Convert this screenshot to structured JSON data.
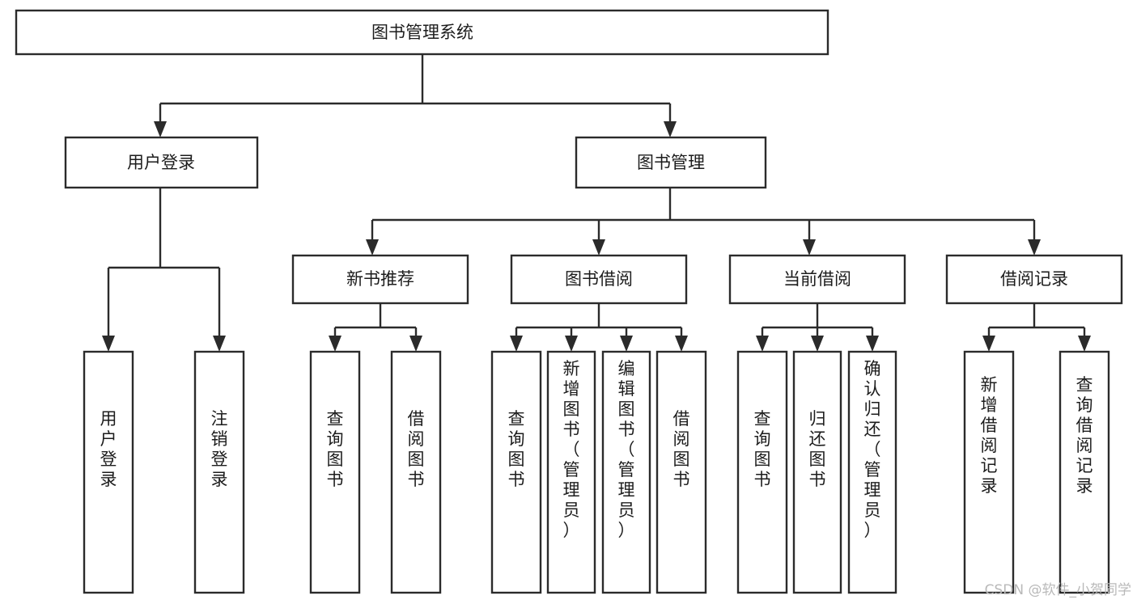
{
  "diagram": {
    "type": "tree-hierarchy-functional-decomposition",
    "root": {
      "id": "root",
      "label": "图书管理系统"
    },
    "level2": [
      {
        "id": "user-login",
        "label": "用户登录"
      },
      {
        "id": "book-manage",
        "label": "图书管理"
      }
    ],
    "level3": [
      {
        "id": "new-book-rec",
        "label": "新书推荐",
        "parent": "book-manage"
      },
      {
        "id": "book-borrow",
        "label": "图书借阅",
        "parent": "book-manage"
      },
      {
        "id": "current-borrow",
        "label": "当前借阅",
        "parent": "book-manage"
      },
      {
        "id": "borrow-record",
        "label": "借阅记录",
        "parent": "book-manage"
      }
    ],
    "leaves": {
      "user-login": [
        {
          "id": "leaf-user-login",
          "label": "用户登录"
        },
        {
          "id": "leaf-logout",
          "label": "注销登录"
        }
      ],
      "new-book-rec": [
        {
          "id": "leaf-query-book-1",
          "label": "查询图书"
        },
        {
          "id": "leaf-borrow-book-1",
          "label": "借阅图书"
        }
      ],
      "book-borrow": [
        {
          "id": "leaf-query-book-2",
          "label": "查询图书"
        },
        {
          "id": "leaf-add-book",
          "label": "新增图书（管理员）"
        },
        {
          "id": "leaf-edit-book",
          "label": "编辑图书（管理员）"
        },
        {
          "id": "leaf-borrow-book-2",
          "label": "借阅图书"
        }
      ],
      "current-borrow": [
        {
          "id": "leaf-query-book-3",
          "label": "查询图书"
        },
        {
          "id": "leaf-return-book",
          "label": "归还图书"
        },
        {
          "id": "leaf-confirm-return",
          "label": "确认归还（管理员）"
        }
      ],
      "borrow-record": [
        {
          "id": "leaf-add-record",
          "label": "新增借阅记录"
        },
        {
          "id": "leaf-query-record",
          "label": "查询借阅记录"
        }
      ]
    }
  },
  "watermark": {
    "text": "CSDN @软件_小贺同学"
  },
  "colors": {
    "stroke": "#2b2b2b",
    "fill": "#ffffff",
    "text": "#1c1c1c",
    "watermark": "#b9b9b9",
    "background": "#ffffff"
  }
}
